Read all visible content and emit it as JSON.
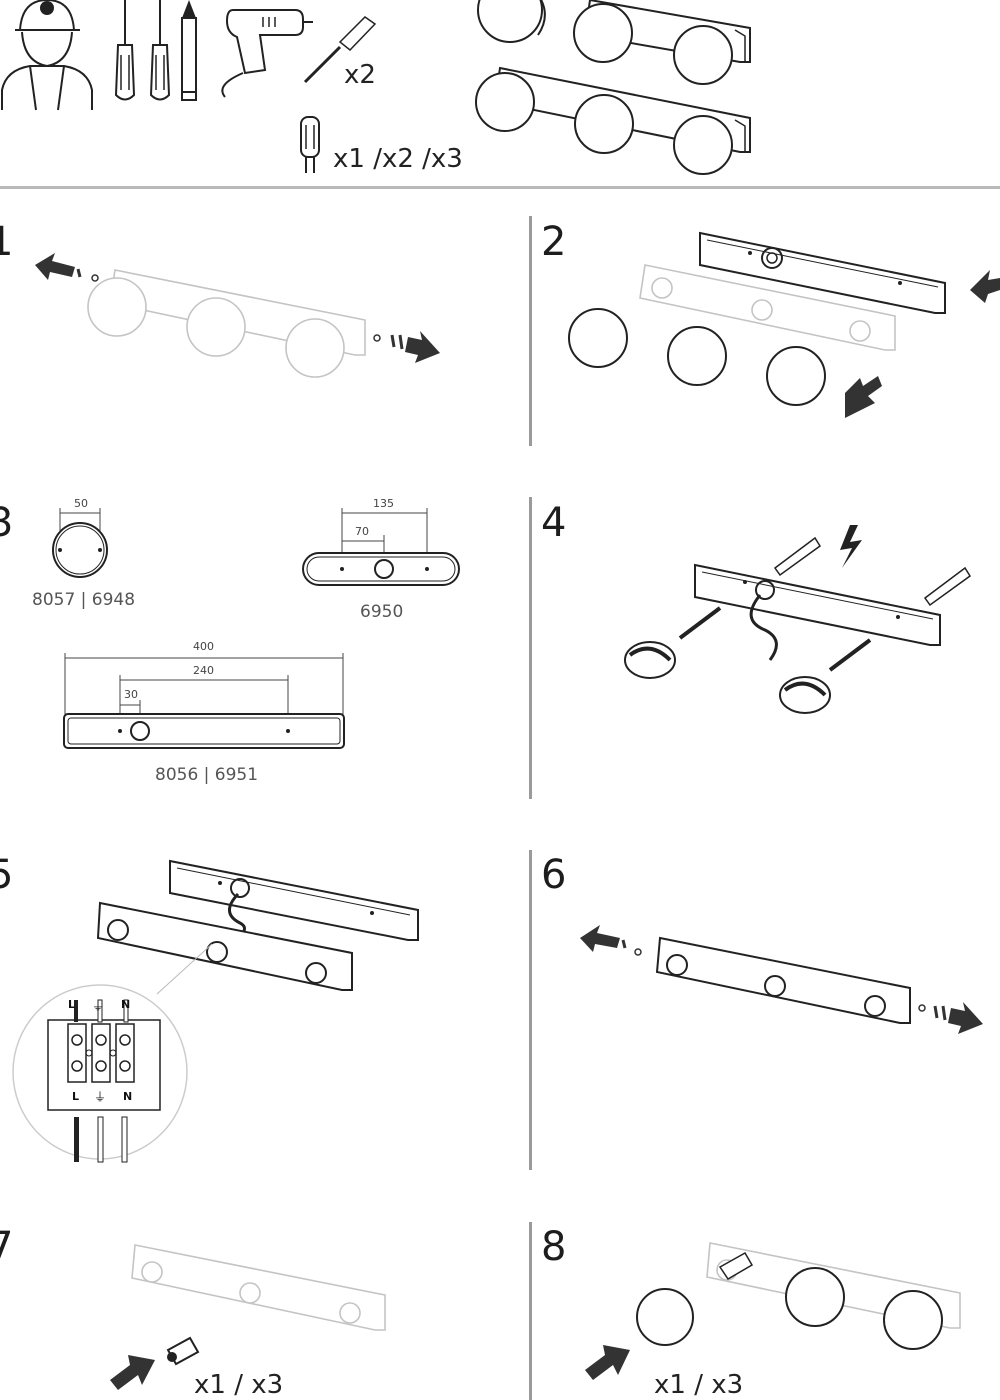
{
  "header": {
    "bit_quantity": "x2",
    "bulb_quantity": "x1 /x2 /x3"
  },
  "steps": [
    {
      "number": "1"
    },
    {
      "number": "2"
    },
    {
      "number": "3"
    },
    {
      "number": "4"
    },
    {
      "number": "5"
    },
    {
      "number": "6"
    },
    {
      "number": "7",
      "quantity": "x1 / x3"
    },
    {
      "number": "8",
      "quantity": "x1 / x3"
    }
  ],
  "dimensions": {
    "round": {
      "width": "50",
      "code": "8057 | 6948"
    },
    "oval": {
      "outer": "135",
      "inner": "70",
      "code": "6950"
    },
    "long": {
      "total": "400",
      "mid": "240",
      "small": "30",
      "code": "8056 | 6951"
    }
  },
  "wiring": {
    "top_labels": [
      "L",
      "N"
    ],
    "bottom_labels": [
      "L",
      "N"
    ]
  },
  "colors": {
    "line": "#222222",
    "faded": "#c8c8c8",
    "divider": "#b9b9b9"
  }
}
